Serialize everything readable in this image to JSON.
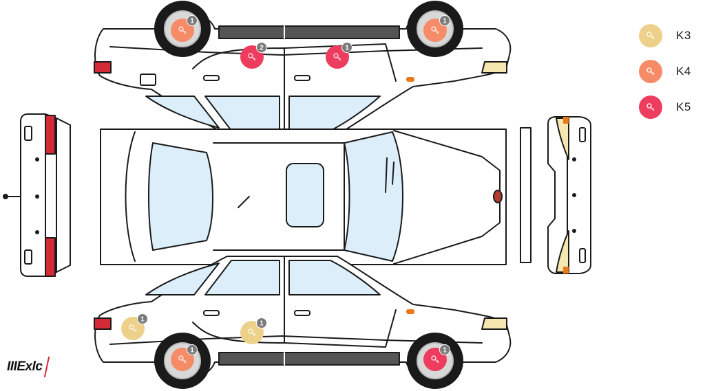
{
  "brand": {
    "logo_text": "IIIExlc"
  },
  "legend": {
    "items": [
      {
        "label": "K3",
        "color": "#EDD08A"
      },
      {
        "label": "K4",
        "color": "#F68B67"
      },
      {
        "label": "K5",
        "color": "#EE3C5F"
      }
    ]
  },
  "markers": {
    "top_rear_wheel": {
      "level": "K4",
      "count": "1"
    },
    "top_front_wheel": {
      "level": "K4",
      "count": "1"
    },
    "top_rear_door": {
      "level": "K5",
      "count": "2"
    },
    "top_front_door": {
      "level": "K5",
      "count": "1"
    },
    "bottom_rear_quarter": {
      "level": "K3",
      "count": "1"
    },
    "bottom_rear_door": {
      "level": "K3",
      "count": "1"
    },
    "bottom_rear_wheel": {
      "level": "K4",
      "count": "1"
    },
    "bottom_front_wheel": {
      "level": "K5",
      "count": "1"
    }
  },
  "colors": {
    "outline": "#1a1a1a",
    "glass": "#dbeefa",
    "body": "#ffffff",
    "trim": "#555555",
    "tail_light": "#d42a35",
    "head_light": "#f6e7b0",
    "turn_signal": "#e97a1b",
    "badge": "#7a7a7a"
  }
}
